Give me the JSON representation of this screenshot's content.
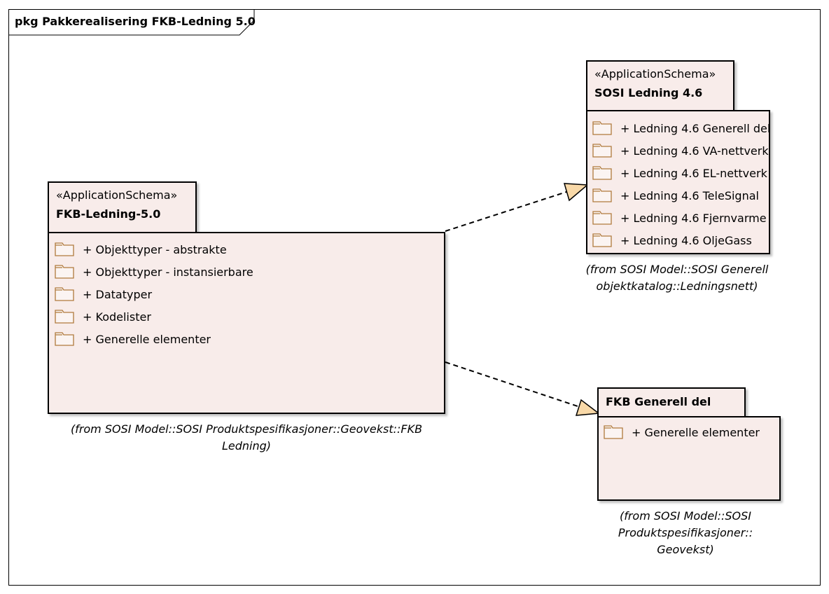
{
  "diagram": {
    "frame_label": "pkg Pakkerealisering FKB-Ledning 5.0"
  },
  "packages": {
    "fkb_ledning": {
      "stereotype": "«ApplicationSchema»",
      "name": "FKB-Ledning-5.0",
      "items": [
        "+ Objekttyper - abstrakte",
        "+ Objekttyper - instansierbare",
        "+ Datatyper",
        "+ Kodelister",
        "+ Generelle elementer"
      ],
      "from_line1": "(from SOSI Model::SOSI Produktspesifikasjoner::Geovekst::FKB",
      "from_line2": "Ledning)"
    },
    "sosi_ledning": {
      "stereotype": "«ApplicationSchema»",
      "name": "SOSI Ledning 4.6",
      "items": [
        "+ Ledning 4.6 Generell del",
        "+ Ledning 4.6 VA-nettverk",
        "+ Ledning 4.6 EL-nettverk",
        "+ Ledning 4.6 TeleSignal",
        "+ Ledning 4.6 Fjernvarme",
        "+ Ledning 4.6 OljeGass"
      ],
      "from_line1": "(from SOSI Model::SOSI Generell",
      "from_line2": "objektkatalog::Ledningsnett)"
    },
    "fkb_generell": {
      "name": "FKB Generell del",
      "items": [
        "+ Generelle elementer"
      ],
      "from_line1": "(from SOSI Model::SOSI",
      "from_line2": "Produktspesifikasjoner::",
      "from_line3": "Geovekst)"
    }
  },
  "colors": {
    "package_fill": "#f8ecea",
    "folder_stroke": "#b07a3c",
    "arrow_fill": "#f9d9a8"
  },
  "icons": {
    "package_item": "folder-icon",
    "dependency": "dashed-open-arrow"
  }
}
